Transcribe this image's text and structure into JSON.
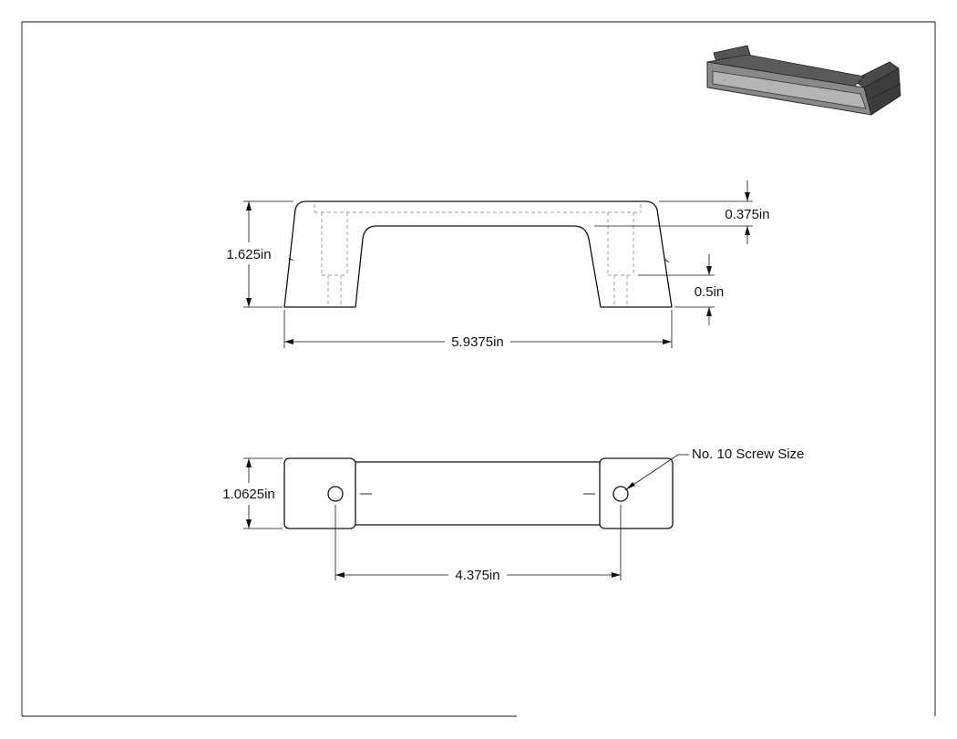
{
  "drawing": {
    "dimensions": {
      "height_overall": "1.625in",
      "top_thickness": "0.375in",
      "leg_height": "0.5in",
      "overall_length": "5.9375in",
      "width": "1.0625in",
      "hole_spacing": "4.375in"
    },
    "callout": {
      "screw_note": "No. 10 Screw Size"
    }
  },
  "colors": {
    "line": "#111111",
    "hidden": "#9a9a9a",
    "iso_dark": "#3a3a3a",
    "iso_mid": "#6e6e6e",
    "iso_light": "#a8a8a8"
  }
}
